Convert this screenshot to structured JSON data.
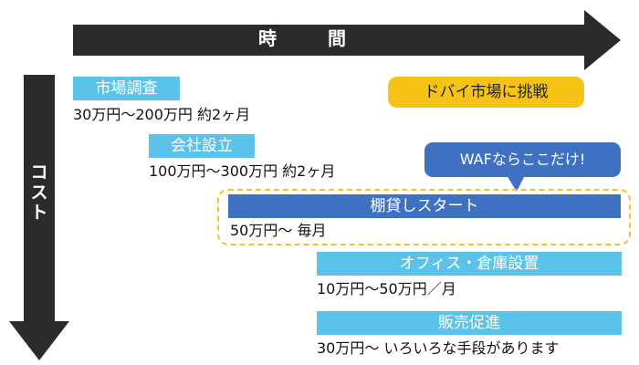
{
  "axes": {
    "time_label": "時　間",
    "cost_label": "コスト",
    "cost_chars": [
      "コ",
      "ス",
      "ト"
    ]
  },
  "stages": [
    {
      "label": "市場調査",
      "cost": "30万円〜200万円 約2ヶ月"
    },
    {
      "label": "会社設立",
      "cost": "100万円〜300万円 約2ヶ月"
    },
    {
      "label": "棚貸しスタート",
      "cost": "50万円〜 毎月"
    },
    {
      "label": "オフィス・倉庫設置",
      "cost": "10万円〜50万円／月"
    },
    {
      "label": "販売促進",
      "cost": "30万円〜 いろいろな手段があります"
    }
  ],
  "badges": {
    "dubai": "ドバイ市場に挑戦",
    "waf_callout": "WAFならここだけ!"
  },
  "colors": {
    "arrow": "#2b2b2b",
    "stage_tag": "#5bc3ea",
    "highlight_tag": "#3f71c3",
    "badge": "#f5c313",
    "dashed_frame": "#f2c230"
  }
}
